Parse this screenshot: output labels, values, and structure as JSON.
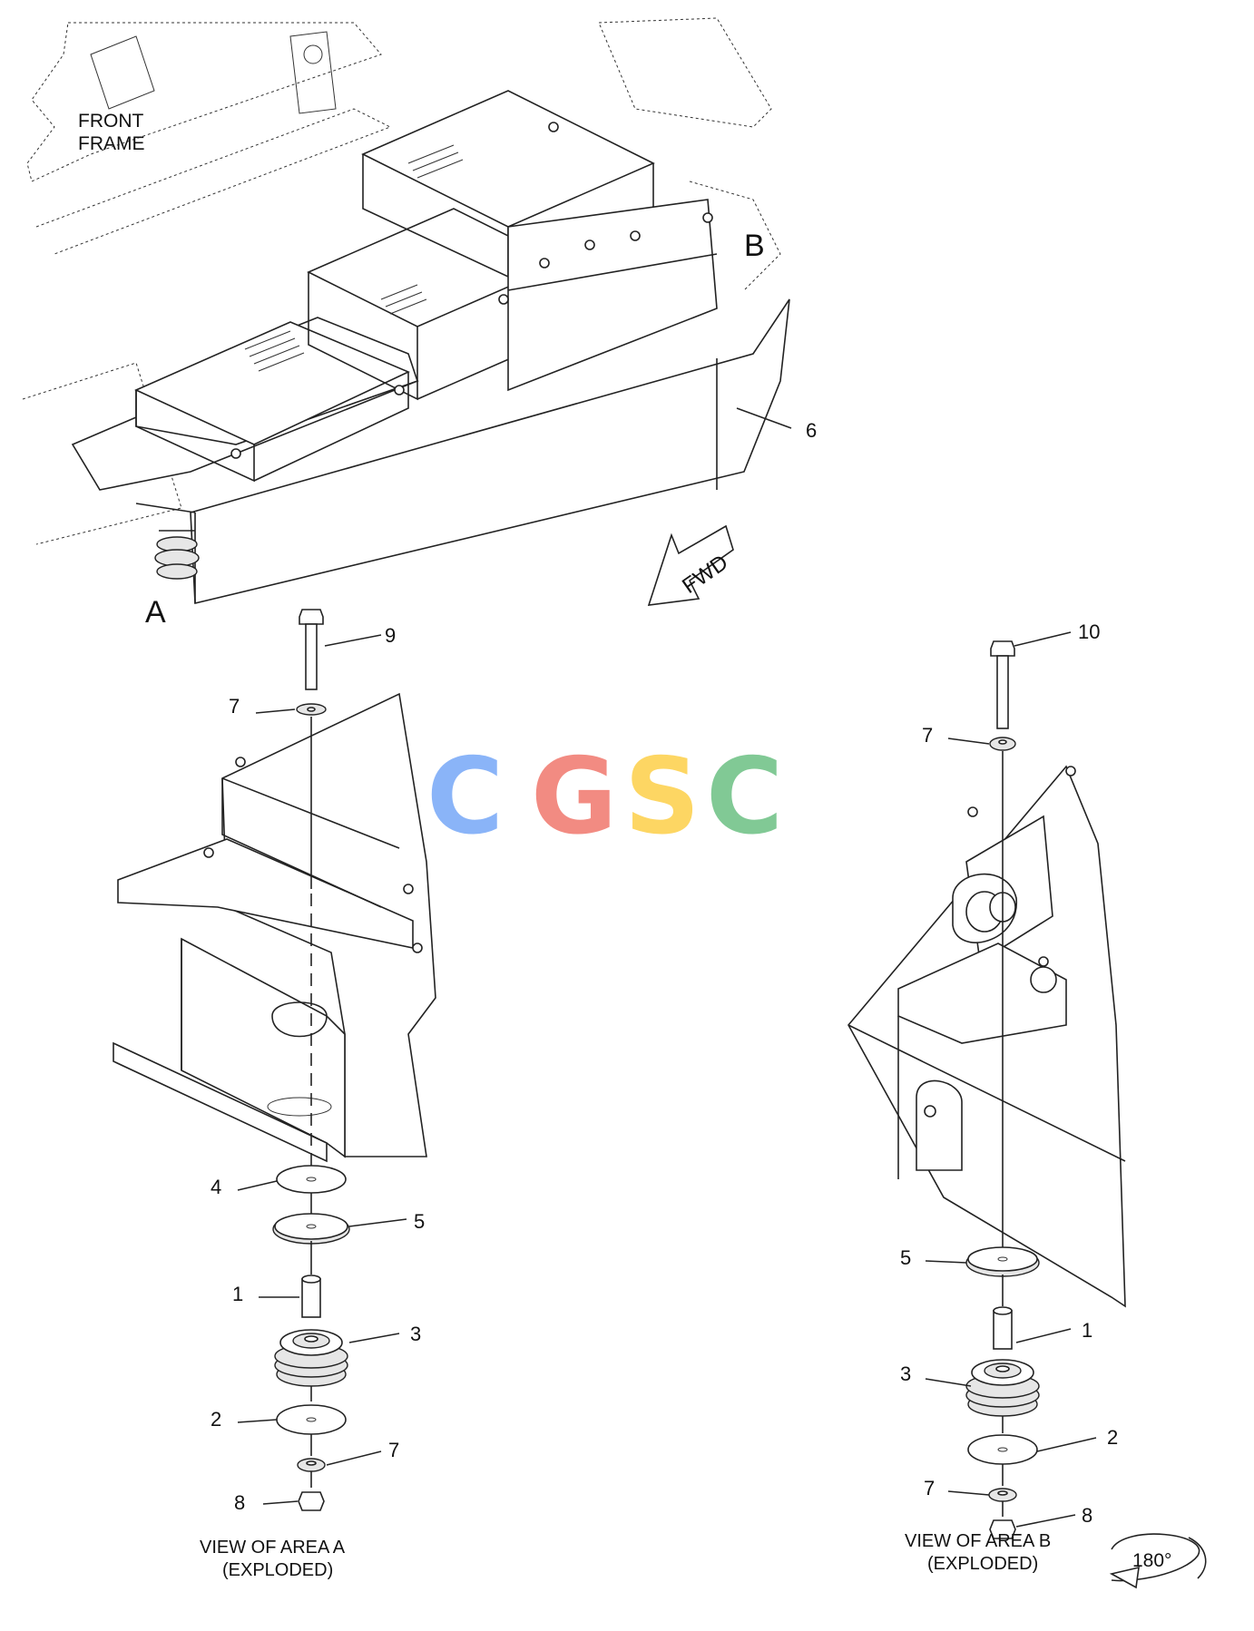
{
  "labels": {
    "front_frame_line1": "FRONT",
    "front_frame_line2": "FRAME",
    "area_a": "A",
    "area_b": "B",
    "fwd": "FWD",
    "rotation": "180°"
  },
  "callouts": {
    "top_6": "6",
    "a_9": "9",
    "a_7_top": "7",
    "a_4": "4",
    "a_5": "5",
    "a_1": "1",
    "a_3": "3",
    "a_2": "2",
    "a_7_bottom": "7",
    "a_8": "8",
    "b_10": "10",
    "b_7_top": "7",
    "b_5": "5",
    "b_1": "1",
    "b_3": "3",
    "b_2": "2",
    "b_7_bottom": "7",
    "b_8": "8"
  },
  "captions": {
    "view_a_line1": "VIEW OF AREA  A",
    "view_a_line2": "(EXPLODED)",
    "view_b_line1": "VIEW OF AREA  B",
    "view_b_line2": "(EXPLODED)"
  },
  "watermark": {
    "letters": [
      "C",
      "G",
      "S",
      "C"
    ],
    "colors": [
      "#8ab4f8",
      "#f28b82",
      "#fdd663",
      "#81c995"
    ]
  }
}
